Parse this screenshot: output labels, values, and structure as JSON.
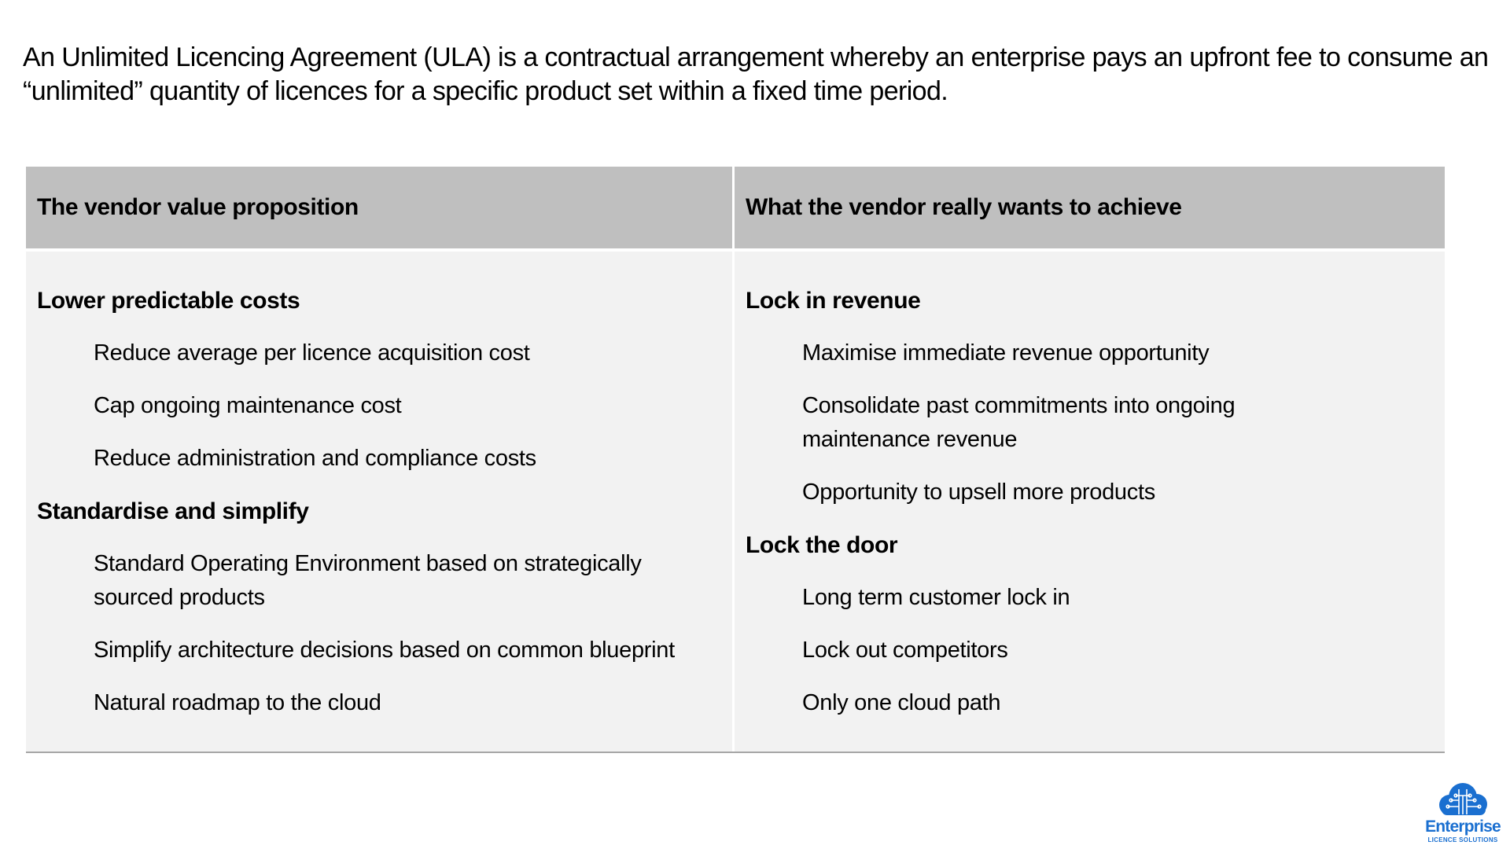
{
  "intro": "An Unlimited Licencing Agreement (ULA) is a contractual arrangement whereby an enterprise pays an upfront fee to consume an “unlimited” quantity of licences for a specific product set within a fixed time period.",
  "table": {
    "headers": [
      "The vendor value proposition",
      "What the vendor really wants to achieve"
    ],
    "left": [
      {
        "title": "Lower predictable costs",
        "items": [
          "Reduce average per licence acquisition cost",
          "Cap ongoing maintenance cost",
          "Reduce administration and compliance costs"
        ]
      },
      {
        "title": "Standardise and simplify",
        "items": [
          "Standard Operating Environment based on strategically sourced products",
          "Simplify architecture decisions based on common blueprint",
          "Natural roadmap to the cloud"
        ]
      }
    ],
    "right": [
      {
        "title": "Lock in revenue",
        "items": [
          "Maximise immediate revenue opportunity",
          "Consolidate past commitments into ongoing maintenance revenue",
          "Opportunity to upsell more products"
        ]
      },
      {
        "title": "Lock the door",
        "items": [
          "Long term customer lock in",
          "Lock out competitors",
          "Only one cloud path"
        ]
      }
    ]
  },
  "logo": {
    "name": "Enterprise",
    "sub": "LICENCE SOLUTIONS",
    "color": "#1a6fd0",
    "icon": "cloud-circuit-icon"
  }
}
